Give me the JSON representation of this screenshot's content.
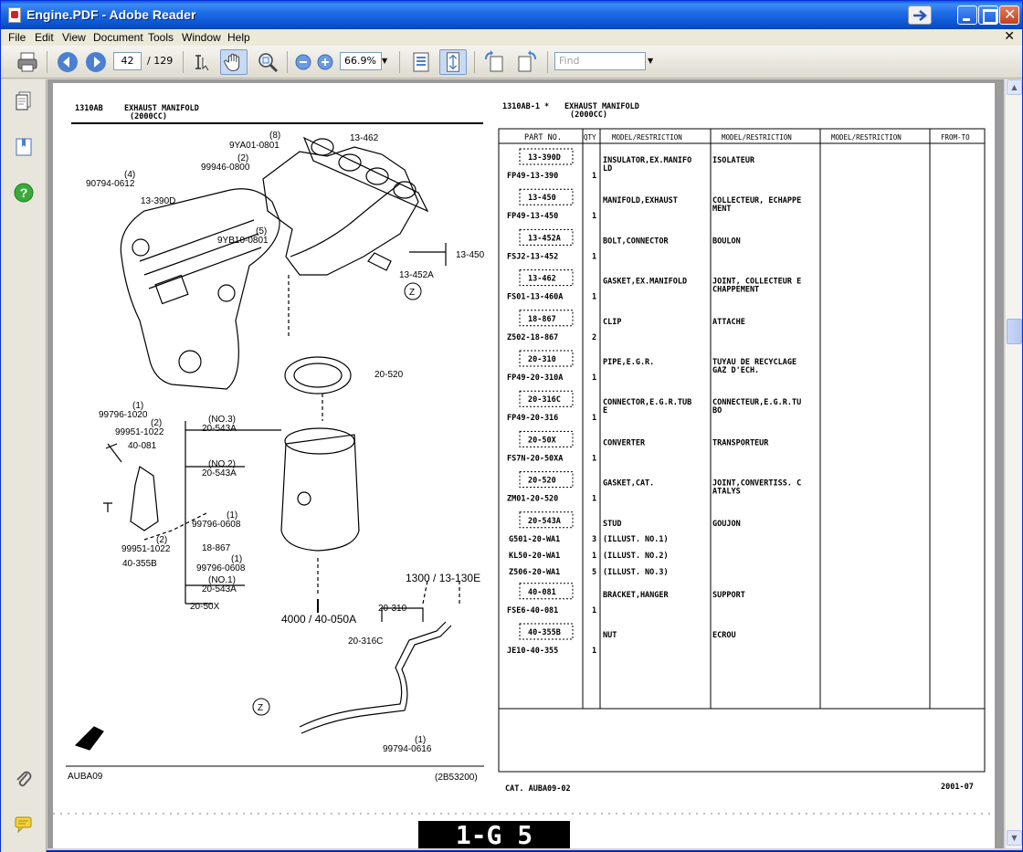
{
  "window": {
    "title": "Engine.PDF - Adobe Reader"
  },
  "menu": [
    "File",
    "Edit",
    "View",
    "Document",
    "Tools",
    "Window",
    "Help"
  ],
  "toolbar": {
    "page_current": "42",
    "page_total": "/ 129",
    "zoom": "66.9%",
    "find_placeholder": "Find"
  },
  "page_left": {
    "header_code": "1310AB",
    "header_title": "EXHAUST MANIFOLD",
    "header_sub": "(2000CC)",
    "footer_left": "AUBA09",
    "footer_right": "(2B53200)",
    "labels": [
      {
        "text": "(8)",
        "k": "l1"
      },
      {
        "text": "9YA01-0801",
        "k": "l2"
      },
      {
        "text": "13-462",
        "k": "l3"
      },
      {
        "text": "(2)",
        "k": "l4"
      },
      {
        "text": "99946-0800",
        "k": "l5"
      },
      {
        "text": "(4)",
        "k": "l6"
      },
      {
        "text": "90794-0612",
        "k": "l7"
      },
      {
        "text": "13-390D",
        "k": "l8"
      },
      {
        "text": "(5)",
        "k": "l9"
      },
      {
        "text": "9YB10-0801",
        "k": "l10"
      },
      {
        "text": "13-450",
        "k": "l11"
      },
      {
        "text": "13-452A",
        "k": "l12"
      },
      {
        "text": "Z",
        "k": "l13"
      },
      {
        "text": "20-520",
        "k": "l14"
      },
      {
        "text": "(1)",
        "k": "l15"
      },
      {
        "text": "99796-1020",
        "k": "l16"
      },
      {
        "text": "(2)",
        "k": "l17"
      },
      {
        "text": "99951-1022",
        "k": "l18"
      },
      {
        "text": "40-081",
        "k": "l19"
      },
      {
        "text": "(NO.3)",
        "k": "l20"
      },
      {
        "text": "20-543A",
        "k": "l21"
      },
      {
        "text": "(NO.2)",
        "k": "l22"
      },
      {
        "text": "20-543A",
        "k": "l23"
      },
      {
        "text": "(1)",
        "k": "l24"
      },
      {
        "text": "99796-0608",
        "k": "l25"
      },
      {
        "text": "18-867",
        "k": "l26"
      },
      {
        "text": "(1)",
        "k": "l27"
      },
      {
        "text": "99796-0608",
        "k": "l28"
      },
      {
        "text": "(NO.1)",
        "k": "l29"
      },
      {
        "text": "20-543A",
        "k": "l30"
      },
      {
        "text": "20-50X",
        "k": "l31"
      },
      {
        "text": "(2)",
        "k": "l32"
      },
      {
        "text": "99951-1022",
        "k": "l33"
      },
      {
        "text": "40-355B",
        "k": "l34"
      },
      {
        "text": "1300 / 13-130E",
        "k": "l35"
      },
      {
        "text": "4000 / 40-050A",
        "k": "l36"
      },
      {
        "text": "20-310",
        "k": "l37"
      },
      {
        "text": "20-316C",
        "k": "l38"
      },
      {
        "text": "Z",
        "k": "l39"
      },
      {
        "text": "(1)",
        "k": "l40"
      },
      {
        "text": "99794-0616",
        "k": "l41"
      }
    ]
  },
  "page_right": {
    "header_code": "1310AB-1 *",
    "header_title": "EXHAUST MANIFOLD",
    "header_sub": "(2000CC)",
    "columns": [
      "PART NO.",
      "QTY",
      "MODEL/RESTRICTION",
      "MODEL/RESTRICTION",
      "MODEL/RESTRICTION",
      "FROM-TO"
    ],
    "rows": [
      {
        "key": "13-390D",
        "sub": "FP49-13-390",
        "qty": "1",
        "en": "INSULATOR,EX.MANIFOLD",
        "fr": "ISOLATEUR"
      },
      {
        "key": "13-450",
        "sub": "FP49-13-450",
        "qty": "1",
        "en": "MANIFOLD,EXHAUST",
        "fr": "COLLECTEUR, ECHAPPEMENT"
      },
      {
        "key": "13-452A",
        "sub": "FSJ2-13-452",
        "qty": "1",
        "en": "BOLT,CONNECTOR",
        "fr": "BOULON"
      },
      {
        "key": "13-462",
        "sub": "FS01-13-460A",
        "qty": "1",
        "en": "GASKET,EX.MANIFOLD",
        "fr": "JOINT, COLLECTEUR ECHAPPEMENT"
      },
      {
        "key": "18-867",
        "sub": "Z502-18-867",
        "qty": "2",
        "en": "CLIP",
        "fr": "ATTACHE"
      },
      {
        "key": "20-310",
        "sub": "FP49-20-310A",
        "qty": "1",
        "en": "PIPE,E.G.R.",
        "fr": "TUYAU DE RECYCLAGE GAZ D'ECH."
      },
      {
        "key": "20-316C",
        "sub": "FP49-20-316",
        "qty": "1",
        "en": "CONNECTOR,E.G.R.TUBE",
        "fr": "CONNECTEUR,E.G.R.TUBO"
      },
      {
        "key": "20-50X",
        "sub": "FS7N-20-50XA",
        "qty": "1",
        "en": "CONVERTER",
        "fr": "TRANSPORTEUR"
      },
      {
        "key": "20-520",
        "sub": "ZM01-20-520",
        "qty": "1",
        "en": "GASKET,CAT.",
        "fr": "JOINT,CONVERTISS. CATALYS"
      },
      {
        "key": "20-543A",
        "sub": "",
        "qty": "",
        "en": "STUD",
        "fr": "GOUJON"
      }
    ],
    "stud_subs": [
      {
        "sub": "G501-20-WA1",
        "qty": "3",
        "en": "(ILLUST. NO.1)"
      },
      {
        "sub": "KL50-20-WA1",
        "qty": "1",
        "en": "(ILLUST. NO.2)"
      },
      {
        "sub": "Z506-20-WA1",
        "qty": "5",
        "en": "(ILLUST. NO.3)"
      }
    ],
    "rows2": [
      {
        "key": "40-081",
        "sub": "FSE6-40-081",
        "qty": "1",
        "en": "BRACKET,HANGER",
        "fr": "SUPPORT"
      },
      {
        "key": "40-355B",
        "sub": "JE10-40-355",
        "qty": "1",
        "en": "NUT",
        "fr": "ECROU"
      }
    ],
    "footer_left": "CAT. AUBA09-02",
    "footer_right": "2001-07"
  },
  "page_stamp": "1-G 5",
  "colors": {
    "title_bar": "#0b56d0",
    "page_bg": "#ffffff",
    "viewport_bg": "#9b9b9b"
  }
}
